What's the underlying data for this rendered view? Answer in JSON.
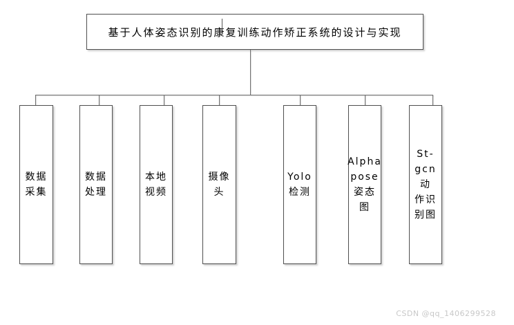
{
  "diagram": {
    "title": "基于人体姿态识别的康复训练动作矫正系统的设计与实现",
    "nodes": [
      {
        "label": "数据\n采集"
      },
      {
        "label": "数据\n处理"
      },
      {
        "label": "本地\n视频"
      },
      {
        "label": "摄像\n头"
      },
      {
        "label": "Yolo\n检测"
      },
      {
        "label": "Alpha\npose\n姿态\n图"
      },
      {
        "label": "St-\ngcn动\n作识\n别图"
      }
    ]
  },
  "watermark": {
    "text": "CSDN @qq_1406299528"
  },
  "colors": {
    "background": "#ffffff",
    "box_border": "#4f4f4f",
    "connector": "#6e6e6e",
    "text": "#000000",
    "watermark_text": "#c8c8c8"
  }
}
